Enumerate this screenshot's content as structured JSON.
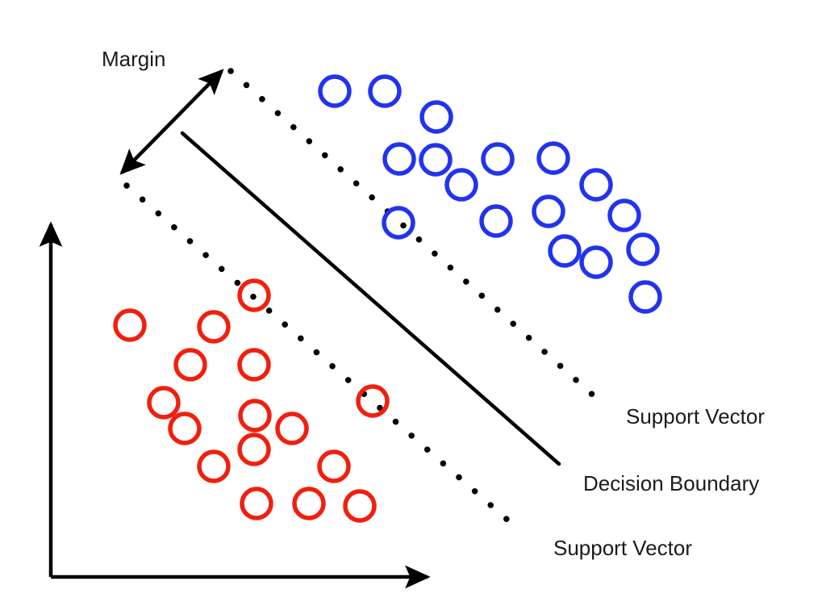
{
  "figure": {
    "title": "Support Vector Machine margin diagram",
    "background_color": "#ffffff"
  },
  "labels": {
    "margin": "Margin",
    "support_vector_top": "Support Vector",
    "decision_boundary": "Decision Boundary",
    "support_vector_bottom": "Support Vector"
  },
  "colors": {
    "class_a": "#2233ee",
    "class_b": "#f0200f",
    "line": "#000000",
    "text": "#1b1b1b"
  },
  "chart_data": {
    "type": "scatter",
    "title": "Support Vector Machine margin diagram",
    "xlabel": "",
    "ylabel": "",
    "grid": false,
    "legend": "none",
    "xlim": [
      0,
      1024
    ],
    "ylim": [
      756,
      0
    ],
    "axes": {
      "y_axis": {
        "x1": 63,
        "y1": 715,
        "x2": 63,
        "y2": 275,
        "arrow": "end"
      },
      "x_axis": {
        "x1": 63,
        "y1": 715,
        "x2": 535,
        "y2": 715,
        "arrow": "end"
      }
    },
    "lines": [
      {
        "name": "decision-boundary",
        "style": "solid",
        "color": "#000000",
        "width": 4,
        "x1": 226,
        "y1": 165,
        "x2": 693,
        "y2": 575
      },
      {
        "name": "support-vector-line-upper",
        "style": "dotted",
        "color": "#000000",
        "width": 7,
        "x1": 286,
        "y1": 88,
        "x2": 750,
        "y2": 503
      },
      {
        "name": "support-vector-line-lower",
        "style": "dotted",
        "color": "#000000",
        "width": 7,
        "x1": 157,
        "y1": 230,
        "x2": 647,
        "y2": 660
      },
      {
        "name": "margin-arrow",
        "style": "solid",
        "color": "#000000",
        "width": 4,
        "arrow": "both",
        "x1": 147,
        "y1": 218,
        "x2": 279,
        "y2": 84
      }
    ],
    "series": [
      {
        "name": "class-a-blue",
        "color": "#2233ee",
        "marker": "open-circle",
        "radius": 18,
        "points": [
          [
            415,
            113
          ],
          [
            477,
            113
          ],
          [
            541,
            145
          ],
          [
            495,
            197
          ],
          [
            540,
            198
          ],
          [
            617,
            197
          ],
          [
            686,
            196
          ],
          [
            572,
            229
          ],
          [
            739,
            229
          ],
          [
            494,
            276
          ],
          [
            615,
            274
          ],
          [
            680,
            262
          ],
          [
            774,
            267
          ],
          [
            700,
            311
          ],
          [
            739,
            325
          ],
          [
            797,
            309
          ],
          [
            800,
            368
          ]
        ],
        "support_vectors": [
          [
            494,
            276
          ]
        ]
      },
      {
        "name": "class-b-red",
        "color": "#f0200f",
        "marker": "open-circle",
        "radius": 18,
        "points": [
          [
            315,
            366
          ],
          [
            161,
            403
          ],
          [
            265,
            405
          ],
          [
            236,
            452
          ],
          [
            315,
            452
          ],
          [
            203,
            499
          ],
          [
            229,
            531
          ],
          [
            316,
            515
          ],
          [
            362,
            531
          ],
          [
            315,
            557
          ],
          [
            462,
            497
          ],
          [
            265,
            578
          ],
          [
            414,
            578
          ],
          [
            318,
            624
          ],
          [
            383,
            624
          ],
          [
            446,
            627
          ]
        ],
        "support_vectors": [
          [
            315,
            366
          ],
          [
            462,
            497
          ]
        ]
      }
    ],
    "annotations": [
      {
        "name": "margin",
        "text": "Margin",
        "x": 126,
        "y": 75,
        "anchor": "start"
      },
      {
        "name": "support-vector-top",
        "text": "Support Vector",
        "x": 776,
        "y": 518,
        "anchor": "start"
      },
      {
        "name": "decision-boundary",
        "text": "Decision Boundary",
        "x": 723,
        "y": 601,
        "anchor": "start"
      },
      {
        "name": "support-vector-bottom",
        "text": "Support Vector",
        "x": 686,
        "y": 681,
        "anchor": "start"
      }
    ]
  }
}
